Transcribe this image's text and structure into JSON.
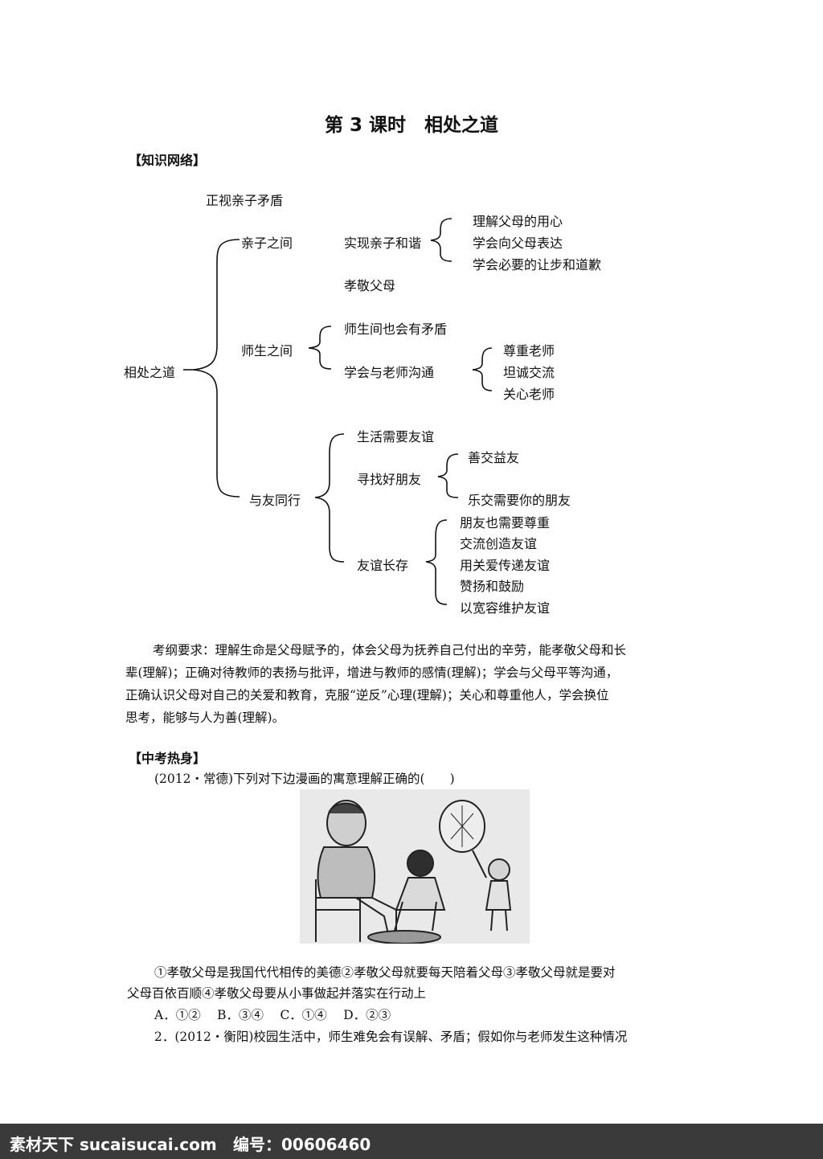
{
  "title": "第 3 课时　相处之道",
  "section_network": "【知识网络】",
  "tree": {
    "root": "相处之道",
    "parent_child": {
      "label": "亲子之间",
      "top": "正视亲子矛盾",
      "harmony": "实现亲子和谐",
      "harmony_items": [
        "理解父母的用心",
        "学会向父母表达",
        "学会必要的让步和道歉"
      ],
      "filial": "孝敬父母"
    },
    "teacher_student": {
      "label": "师生之间",
      "conflict": "师生间也会有矛盾",
      "communicate": "学会与老师沟通",
      "communicate_items": [
        "尊重老师",
        "坦诚交流",
        "关心老师"
      ]
    },
    "friends": {
      "label": "与友同行",
      "need": "生活需要友谊",
      "find": "寻找好朋友",
      "find_items": [
        "善交益友",
        "乐交需要你的朋友"
      ],
      "lasting": "友谊长存",
      "lasting_items": [
        "朋友也需要尊重",
        "交流创造友谊",
        "用关爱传递友谊",
        "赞扬和鼓励",
        "以宽容维护友谊"
      ]
    }
  },
  "requirements": [
    "考纲要求：理解生命是父母赋予的，体会父母为抚养自己付出的辛劳，能孝敬父母和长",
    "辈(理解)；正确对待教师的表扬与批评，增进与教师的感情(理解)；学会与父母平等沟通，",
    "正确认识父母对自己的关爱和教育，克服“逆反”心理(理解)；关心和尊重他人，学会换位",
    "思考，能够与人为善(理解)。"
  ],
  "section_exam": "【中考热身】",
  "q1": {
    "stem": "(2012・常德)下列对下边漫画的寓意理解正确的(　　)",
    "statements": [
      "①孝敬父母是我国代代相传的美德②孝敬父母就要每天陪着父母③孝敬父母就是要对",
      "父母百依百顺④孝敬父母要从小事做起并落实在行动上"
    ],
    "options": "A．①②　 B．③④　 C．①④　 D．②③"
  },
  "q2": {
    "stem": "2．(2012・衡阳)校园生活中，师生难免会有误解、矛盾；假如你与老师发生这种情况"
  },
  "watermark": {
    "site": "素材天下 sucaisucai.com",
    "number": "编号：00606460"
  }
}
